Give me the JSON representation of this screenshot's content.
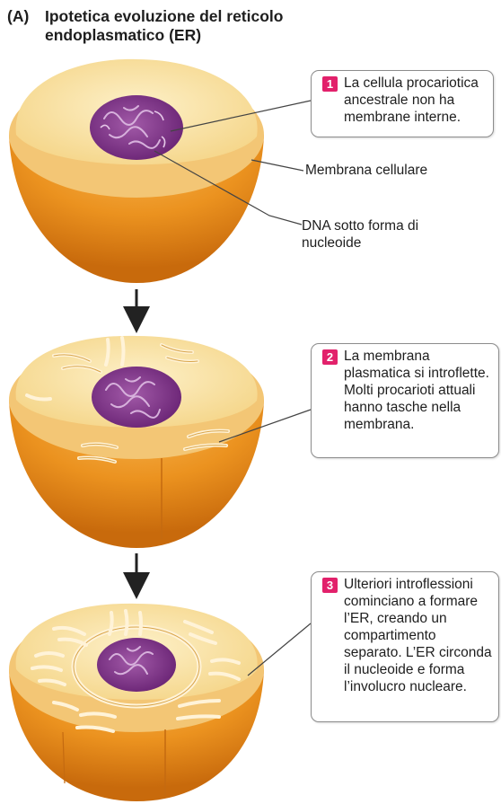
{
  "title": {
    "tag": "(A)",
    "line1": "Ipotetica evoluzione del reticolo",
    "line2": "endoplasmatico (ER)"
  },
  "steps": [
    {
      "number": "1",
      "text": "La cellula procariotica ancestrale non ha membrane interne."
    },
    {
      "number": "2",
      "text": "La membrana plasmatica si introflette. Molti procarioti attuali hanno tasche nella membrana."
    },
    {
      "number": "3",
      "text": "Ulteriori introflessioni cominciano a formare l’ER, creando un compartimento separato. L’ER circonda il nucleoide e forma l’involucro nucleare."
    }
  ],
  "labels": {
    "membrane": "Membrana cellulare",
    "dna": "DNA sotto forma di nucleoide"
  },
  "colors": {
    "cell_outer": "#e98e1f",
    "cell_inner": "#fbe6b2",
    "nucleoid": "#7a2f85",
    "badge": "#e2216b"
  }
}
